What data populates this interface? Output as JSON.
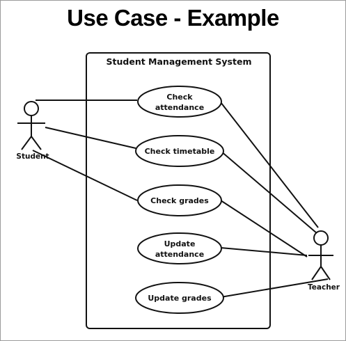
{
  "title": "Use Case - Example",
  "system": {
    "label": "Student Management System"
  },
  "actors": [
    {
      "id": "student",
      "label": "Student"
    },
    {
      "id": "teacher",
      "label": "Teacher"
    }
  ],
  "use_cases": [
    {
      "id": "check-attendance",
      "lines": [
        "Check",
        "attendance"
      ]
    },
    {
      "id": "check-timetable",
      "lines": [
        "Check timetable"
      ]
    },
    {
      "id": "check-grades",
      "lines": [
        "Check grades"
      ]
    },
    {
      "id": "update-attendance",
      "lines": [
        "Update",
        "attendance"
      ]
    },
    {
      "id": "update-grades",
      "lines": [
        "Update grades"
      ]
    }
  ],
  "associations": [
    {
      "actor": "student",
      "use_case": "check-attendance"
    },
    {
      "actor": "student",
      "use_case": "check-timetable"
    },
    {
      "actor": "student",
      "use_case": "check-grades"
    },
    {
      "actor": "teacher",
      "use_case": "check-attendance"
    },
    {
      "actor": "teacher",
      "use_case": "check-timetable"
    },
    {
      "actor": "teacher",
      "use_case": "check-grades"
    },
    {
      "actor": "teacher",
      "use_case": "update-attendance"
    },
    {
      "actor": "teacher",
      "use_case": "update-grades"
    }
  ],
  "colors": {
    "stroke": "#111111",
    "text": "#111111"
  }
}
